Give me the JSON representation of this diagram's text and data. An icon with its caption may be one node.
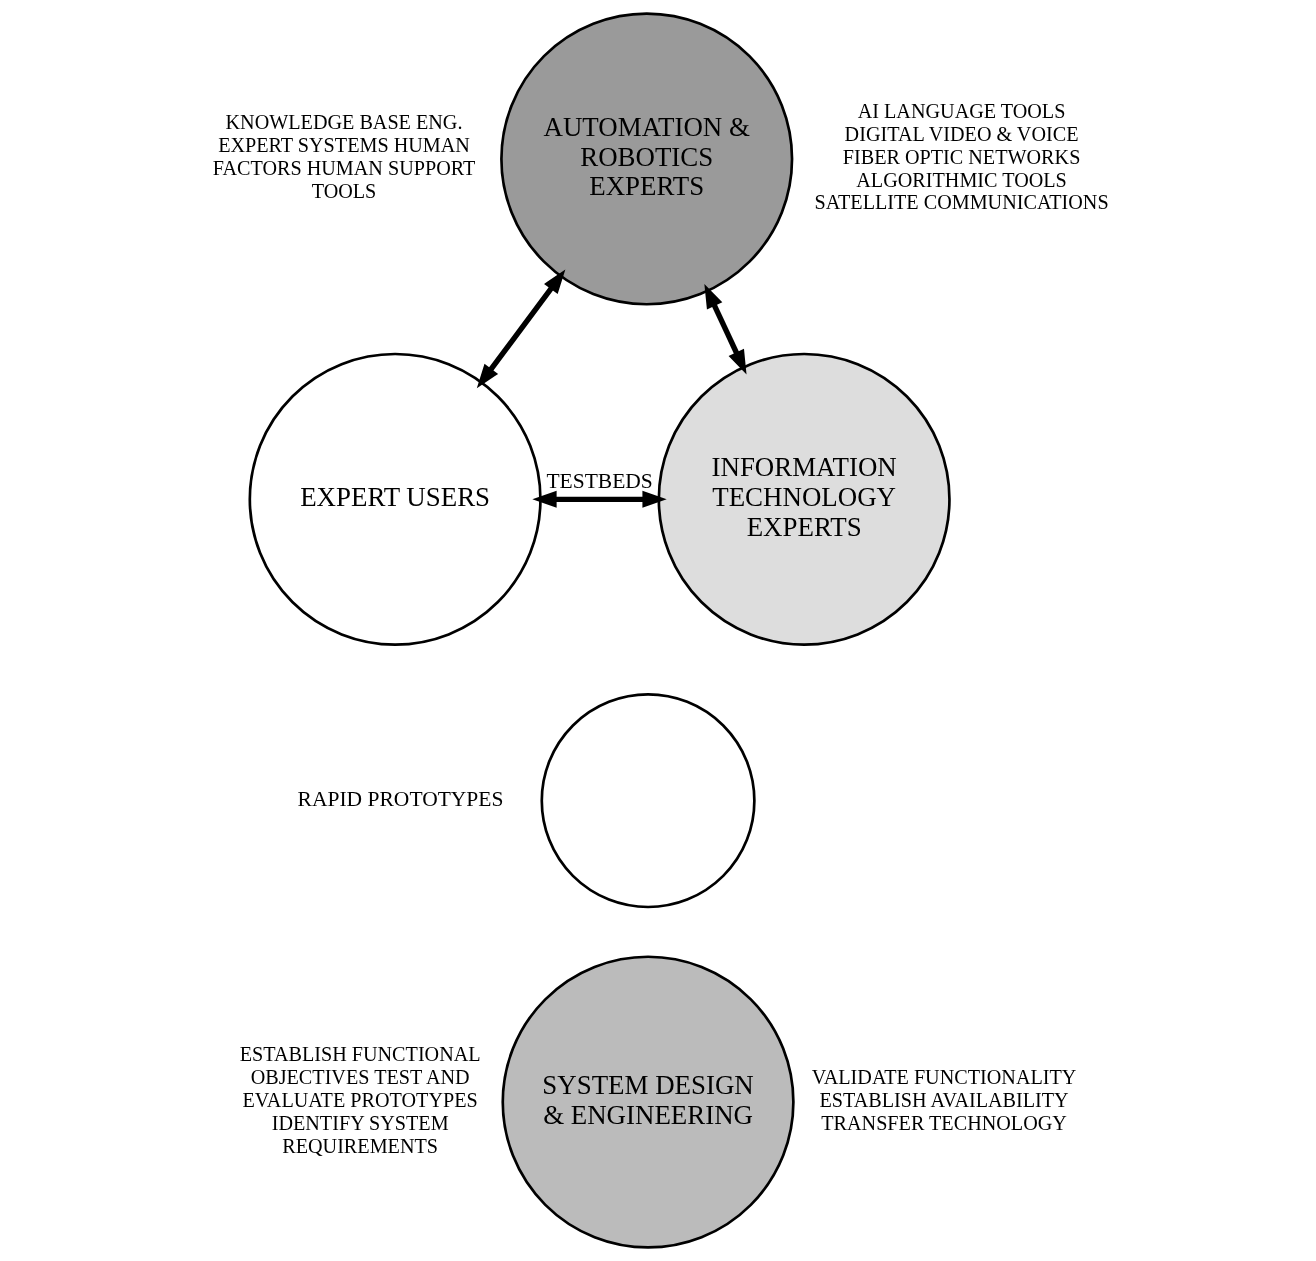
{
  "diagram": {
    "nodes": [
      {
        "text": [],
        "shape": "circle"
      },
      {
        "text": [
          "AUTOMATION & ROBOTICS EXPERTS"
        ],
        "beside": [
          "KNOWLEDGE BASE ENG. EXPERT SYSTEMS HUMAN FACTORS HUMAN SUPPORT TOOLS",
          "AI LANGUAGE TOOLS DIGITAL VIDEO & VOICE FIBER OPTIC NETWORKS ALGORITHMIC TOOLS SATELLITE COMMUNICATIONS"
        ]
      },
      {
        "text": [
          "EXPERT USERS"
        ]
      },
      {
        "text": [
          "INFORMATION TECHNOLOGY EXPERTS"
        ]
      },
      {
        "text": [
          "SYSTEM DESIGN & ENGINEERING"
        ],
        "beside": [
          "ESTABLISH FUNCTIONAL OBJECTIVES TEST AND EVALUATE PROTOTYPES IDENTIFY SYSTEM REQUIREMENTS",
          "VALIDATE FUNCTIONALITY ESTABLISH AVAILABILITY TRANSFER TECHNOLOGY"
        ]
      }
    ],
    "edges": [
      {
        "from": 1,
        "to": 2,
        "arrow": "both"
      },
      {
        "from": 1,
        "to": 3,
        "arrow": "both"
      },
      {
        "from": 2,
        "to": 3,
        "arrow": "both",
        "label": "TESTBEDS"
      }
    ],
    "labels": [
      "RAPID PROTOTYPES"
    ]
  }
}
